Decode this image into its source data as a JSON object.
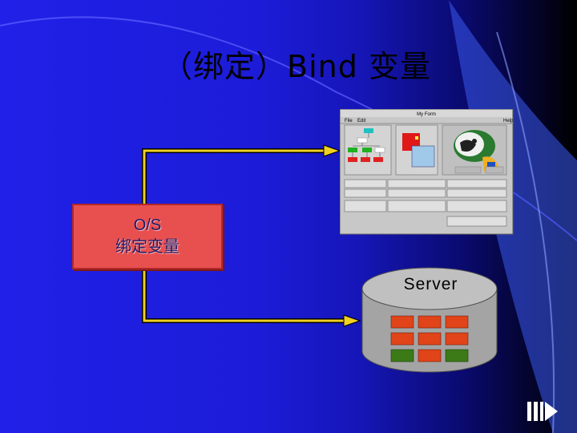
{
  "slide": {
    "title": "（绑定）Bind 变量",
    "os_box": {
      "line1": "O/S",
      "line2": "绑定变量"
    },
    "server_label": "Server",
    "form_window": {
      "title": "My Form",
      "menu": [
        "File",
        "Edit"
      ],
      "help": "Help"
    }
  },
  "colors": {
    "background_left": "#2020e8",
    "background_right": "#000000",
    "os_box": "#e85050",
    "arrow": "#f0d020",
    "cylinder": "#a0a0a0",
    "cell_red": "#e04418",
    "cell_green": "#3c7a18"
  },
  "icons": [
    "parrot-image",
    "nav-pause-icon",
    "nav-next-icon"
  ]
}
